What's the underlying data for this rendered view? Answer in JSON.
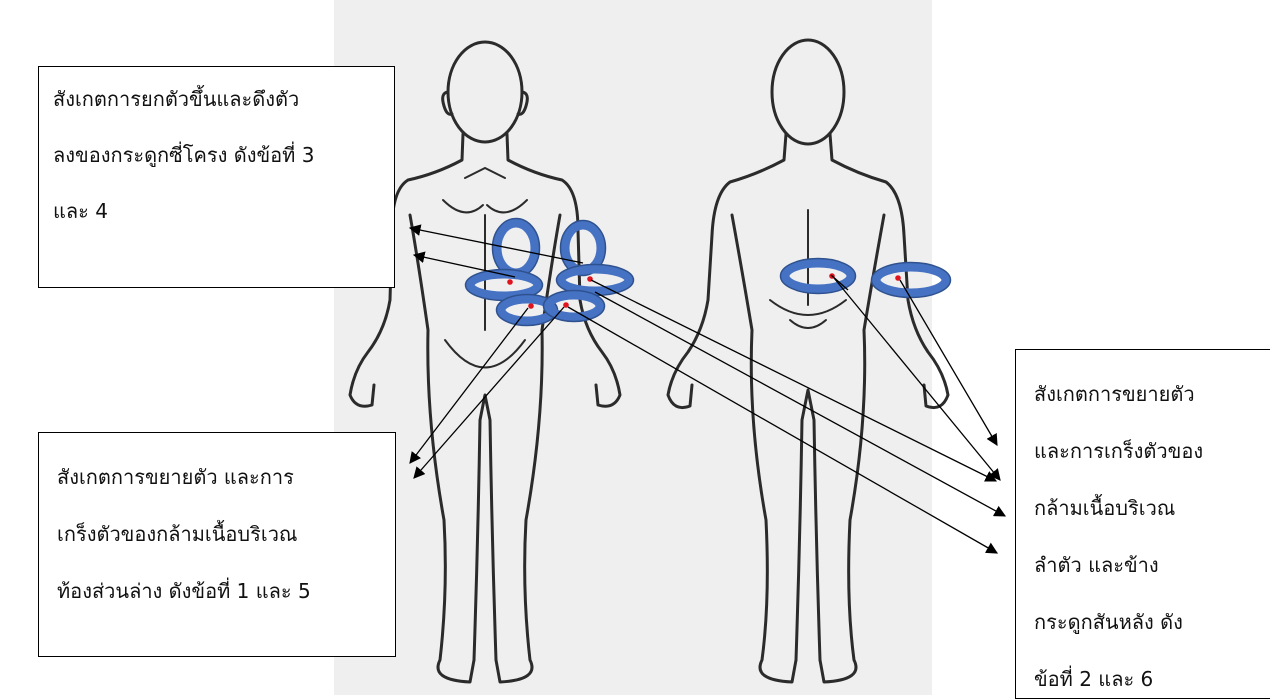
{
  "callouts": {
    "top_left": {
      "lines": [
        "สังเกตการยกตัวขึ้นและดึงตัว",
        "ลงของกระดูกซี่โครง ดังข้อที่ 3",
        "และ 4"
      ]
    },
    "bottom_left": {
      "lines": [
        "สังเกตการขยายตัว และการ",
        "เกร็งตัวของกล้ามเนื้อบริเวณ",
        "ท้องส่วนล่าง ดังข้อที่ 1 และ 5"
      ]
    },
    "right": {
      "lines": [
        "สังเกตการขยายตัว",
        "และการเกร็งตัวของ",
        "กล้ามเนื้อบริเวณ",
        "ลำตัว และข้าง",
        "กระดูกสันหลัง ดัง",
        "ข้อที่ 2 และ 6"
      ]
    }
  },
  "colors": {
    "ring": "#4672c4",
    "ring_edge": "#2f528f",
    "marker": "#e0141e",
    "outline": "#2b2b2b",
    "figure_background": "#efefef"
  }
}
